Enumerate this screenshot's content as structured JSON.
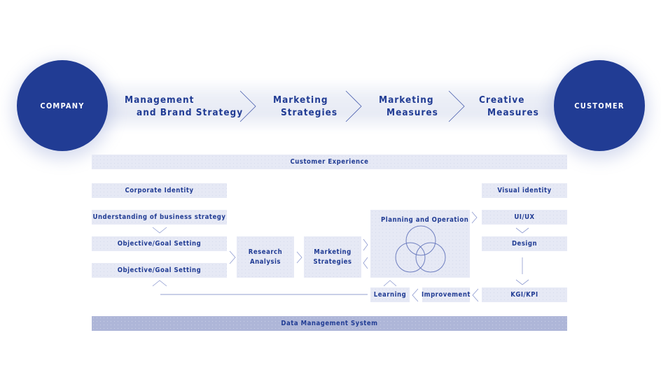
{
  "colors": {
    "primary": "#213c94",
    "box": "#e6e9f5",
    "box_dark": "#aeb6d8",
    "line": "#4a5fae"
  },
  "endpoints": {
    "company": "COMPANY",
    "customer": "CUSTOMER"
  },
  "flow_steps": [
    {
      "line1": "Management",
      "line2": "and Brand Strategy"
    },
    {
      "line1": "Marketing",
      "line2": "Strategies"
    },
    {
      "line1": "Marketing",
      "line2": "Measures"
    },
    {
      "line1": "Creative",
      "line2": "Measures"
    }
  ],
  "bars": {
    "top": "Customer Experience",
    "bottom": "Data Management System"
  },
  "left_column": {
    "corporate_identity": "Corporate Identity",
    "understanding": "Understanding of business strategy",
    "objective_1": "Objective/Goal Setting",
    "objective_2": "Objective/Goal Setting"
  },
  "middle": {
    "research_line1": "Research",
    "research_line2": "Analysis",
    "strategies_line1": "Marketing",
    "strategies_line2": "Strategies",
    "planning": "Planning and Operation"
  },
  "right_column": {
    "visual_identity": "Visual identity",
    "uiux": "UI/UX",
    "design": "Design",
    "kgi": "KGI/KPI"
  },
  "bottom_row": {
    "learning": "Learning",
    "improvement": "Improvement"
  }
}
